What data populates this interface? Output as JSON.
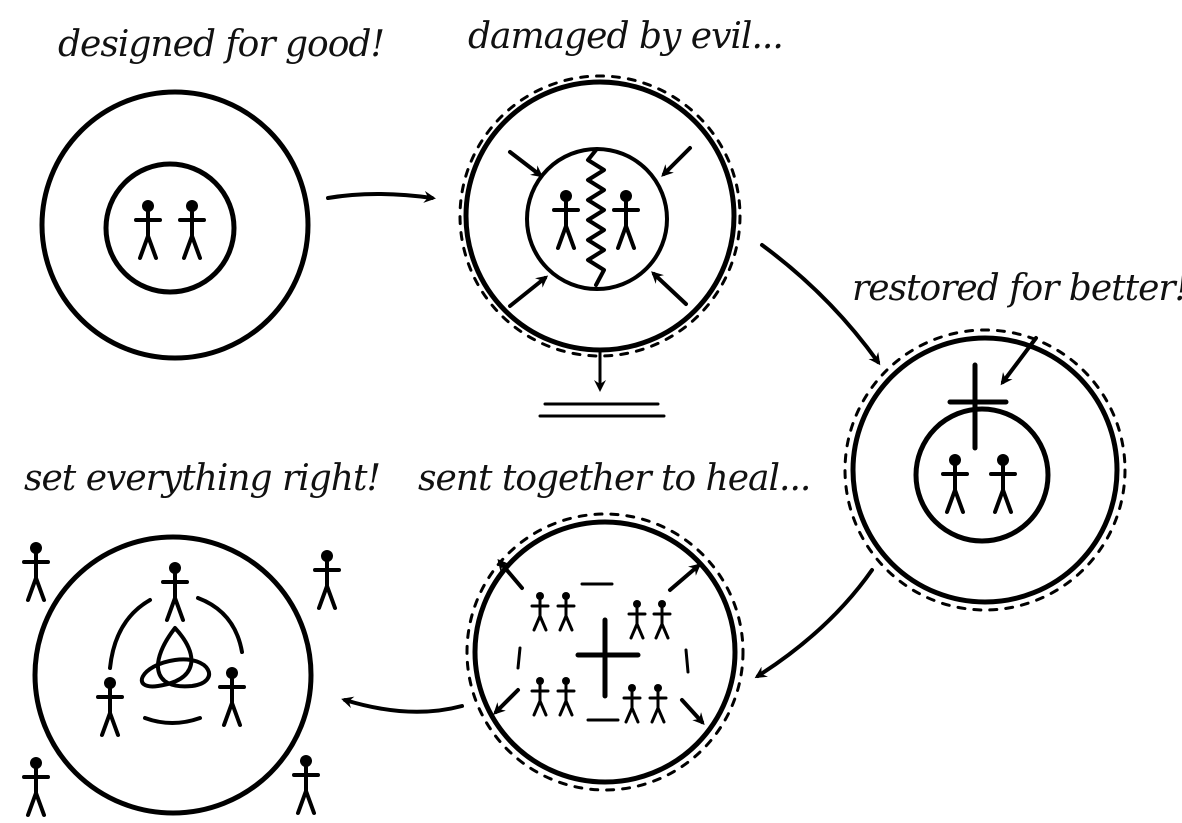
{
  "stages": [
    {
      "id": "designed",
      "label": "designed for good!"
    },
    {
      "id": "damaged",
      "label": "damaged by evil..."
    },
    {
      "id": "restored",
      "label": "restored for better!"
    },
    {
      "id": "sent",
      "label": "sent together to heal..."
    },
    {
      "id": "right",
      "label": "set everything right!"
    }
  ],
  "ink_color": "#000000",
  "background_color": "#ffffff"
}
